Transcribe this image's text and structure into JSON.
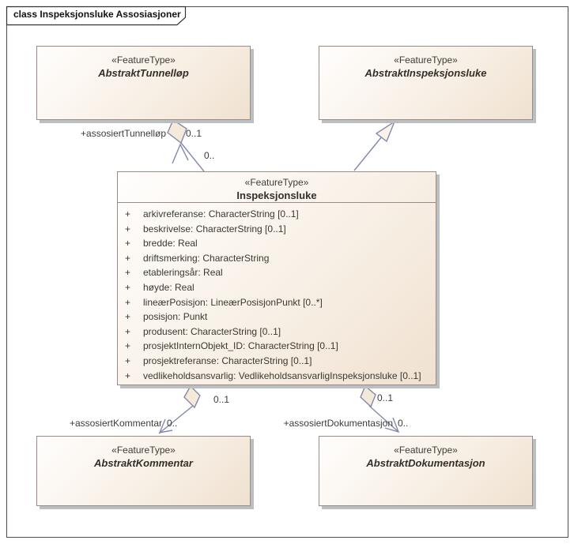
{
  "frame": {
    "title": "class Inspeksjonsluke Assosiasjoner"
  },
  "colors": {
    "box_border": "#9c8a87",
    "box_fill_top": "#fffefd",
    "box_fill_bottom": "#f0e1d0",
    "box_shadow": "#bcbfc1",
    "connector": "#8289ac",
    "frame_border": "#4d4d4d",
    "text": "#3b382f"
  },
  "classes": {
    "abstraktTunnellop": {
      "stereotype": "«FeatureType»",
      "name": "AbstraktTunnelløp"
    },
    "abstraktInspeksjonsluke": {
      "stereotype": "«FeatureType»",
      "name": "AbstraktInspeksjonsluke"
    },
    "abstraktKommentar": {
      "stereotype": "«FeatureType»",
      "name": "AbstraktKommentar"
    },
    "abstraktDokumentasjon": {
      "stereotype": "«FeatureType»",
      "name": "AbstraktDokumentasjon"
    },
    "inspeksjonsluke": {
      "stereotype": "«FeatureType»",
      "name": "Inspeksjonsluke",
      "attributes": [
        {
          "vis": "+",
          "text": "arkivreferanse: CharacterString [0..1]"
        },
        {
          "vis": "+",
          "text": "beskrivelse: CharacterString [0..1]"
        },
        {
          "vis": "+",
          "text": "bredde: Real"
        },
        {
          "vis": "+",
          "text": "driftsmerking: CharacterString"
        },
        {
          "vis": "+",
          "text": "etableringsår: Real"
        },
        {
          "vis": "+",
          "text": "høyde: Real"
        },
        {
          "vis": "+",
          "text": "lineærPosisjon: LineærPosisjonPunkt [0..*]"
        },
        {
          "vis": "+",
          "text": "posisjon: Punkt"
        },
        {
          "vis": "+",
          "text": "produsent: CharacterString [0..1]"
        },
        {
          "vis": "+",
          "text": "prosjektInternObjekt_ID: CharacterString [0..1]"
        },
        {
          "vis": "+",
          "text": "prosjektreferanse: CharacterString [0..1]"
        },
        {
          "vis": "+",
          "text": "vedlikeholdsansvarlig: VedlikeholdsansvarligInspeksjonsluke [0..1]"
        }
      ]
    }
  },
  "connectors": {
    "tunnellop": {
      "role": "+assosiertTunnelløp",
      "role_mult": "0..1",
      "far_mult": "0.."
    },
    "kommentar": {
      "role": "+assosiertKommentar",
      "source_mult": "0..1",
      "far_mult": "0.."
    },
    "dokumentasjon": {
      "role": "+assosiertDokumentasjon",
      "source_mult": "0..1",
      "far_mult": "0.."
    }
  }
}
